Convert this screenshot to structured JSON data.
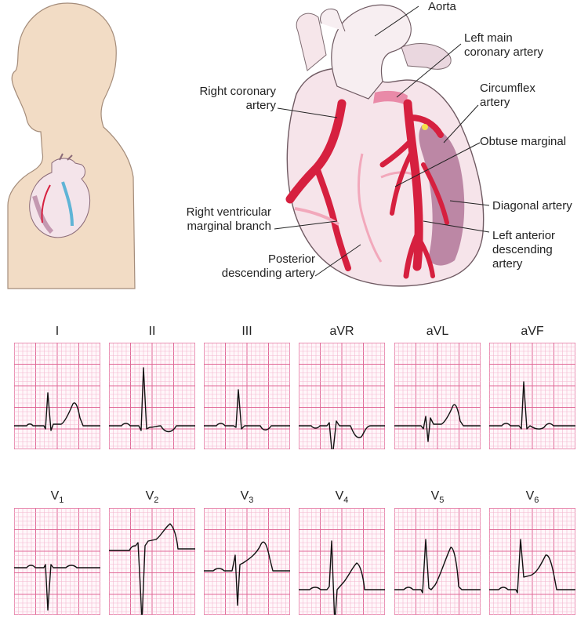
{
  "colors": {
    "skin": "#f2dcc5",
    "heart": "#f6e6ea",
    "artery": "#d6203f",
    "aorta": "#f7eef1",
    "shade": "#9c5b82",
    "grid_minor": "#f3b8cf",
    "grid_major": "#e06a98",
    "trace": "#111111"
  },
  "labels": {
    "aorta": "Aorta",
    "left_main_1": "Left main",
    "left_main_2": "coronary artery",
    "right_coronary_1": "Right coronary",
    "right_coronary_2": "artery",
    "circumflex_1": "Circumflex",
    "circumflex_2": "artery",
    "obtuse_marginal": "Obtuse marginal",
    "diagonal": "Diagonal artery",
    "rv_marginal_1": "Right ventricular",
    "rv_marginal_2": "marginal branch",
    "lad_1": "Left anterior",
    "lad_2": "descending",
    "lad_3": "artery",
    "pda_1": "Posterior",
    "pda_2": "descending artery"
  },
  "leads": {
    "limb": [
      {
        "name": "I",
        "sub": ""
      },
      {
        "name": "II",
        "sub": ""
      },
      {
        "name": "III",
        "sub": ""
      },
      {
        "name": "aVR",
        "sub": ""
      },
      {
        "name": "aVL",
        "sub": ""
      },
      {
        "name": "aVF",
        "sub": ""
      }
    ],
    "precordial": [
      {
        "name": "V",
        "sub": "1"
      },
      {
        "name": "V",
        "sub": "2"
      },
      {
        "name": "V",
        "sub": "3"
      },
      {
        "name": "V",
        "sub": "4"
      },
      {
        "name": "V",
        "sub": "5"
      },
      {
        "name": "V",
        "sub": "6"
      }
    ]
  }
}
